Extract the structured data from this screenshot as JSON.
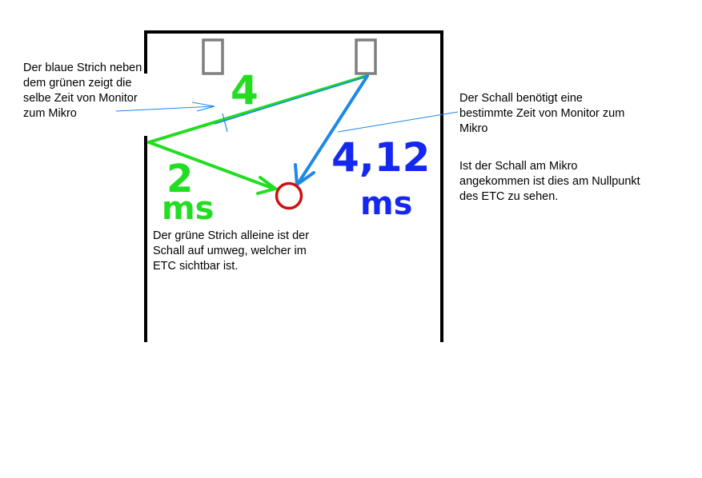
{
  "annotations": {
    "blue_line_note": "Der blaue Strich neben\ndem grünen zeigt die\nselbe Zeit von Monitor\nzum Mikro",
    "sound_time_note": "Der Schall benötigt eine\nbestimmte Zeit von Monitor zum\nMikro",
    "mic_arrival_note": "Ist der Schall am Mikro\nangekommen ist dies am Nullpunkt\ndes ETC zu sehen.",
    "green_line_note": "Der grüne Strich alleine ist der\nSchall auf umweg, welcher im\nETC sichtbar ist."
  },
  "handwritten": {
    "green_upper": "4",
    "green_lower_number": "2",
    "green_lower_unit": "ms",
    "blue_number": "4,12",
    "blue_unit": "ms"
  },
  "colors": {
    "wall": "#000000",
    "monitor": "#7f7f7f",
    "green_path": "#22dd22",
    "blue_path": "#1e88e5",
    "blue_text": "#1428f0",
    "microphone": "#cc1111"
  }
}
